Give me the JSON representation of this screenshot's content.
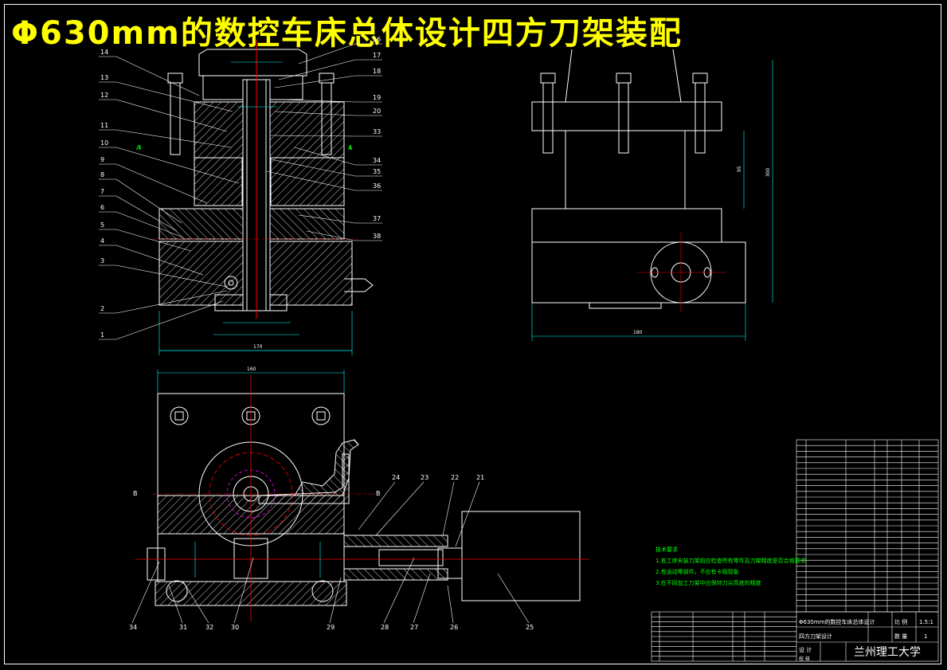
{
  "title": "Φ630mm的数控车床总体设计四方刀架装配",
  "technical_requirements": {
    "heading": "技术要求",
    "items": [
      "1.各工序安装刀架前应检查所有零件及刀架精度是否合格要求",
      "2.有运动零部件，不应有卡阻现象",
      "3.在不同加工刀架中应保持刀尖高度的精度"
    ]
  },
  "title_block": {
    "drawing_name": "Φ630mm的数控车床总体设计",
    "sub_name": "四方刀架设计",
    "scale_label": "比 例",
    "scale_value": "1.5:1",
    "qty_label": "数 量",
    "qty_value": "1",
    "design_label": "设 计",
    "check_label": "校 核",
    "org": "兰州理工大学"
  },
  "callouts_left": [
    "14",
    "13",
    "12",
    "11",
    "10",
    "9",
    "8",
    "7",
    "6",
    "5",
    "4",
    "3",
    "2",
    "1"
  ],
  "callouts_right": [
    "16",
    "17",
    "18",
    "19",
    "20",
    "33",
    "34",
    "35",
    "36",
    "37",
    "38"
  ],
  "callouts_bottom": [
    "34",
    "31",
    "32",
    "30",
    "29",
    "28",
    "27",
    "26",
    "25",
    "24",
    "23",
    "22",
    "21"
  ],
  "dimensions": {
    "front_width": "170",
    "plan_width": "160",
    "side_width": "180",
    "side_height": "300",
    "side_inner": "95"
  },
  "section_marks": [
    "A",
    "A",
    "B",
    "B"
  ],
  "colors": {
    "title": "#ffff00",
    "outline": "#ffffff",
    "center_line": "#ff0000",
    "leader": "#00ffff",
    "notes": "#00ff00",
    "hatch": "#ffffff",
    "accent": "#ff00ff"
  }
}
